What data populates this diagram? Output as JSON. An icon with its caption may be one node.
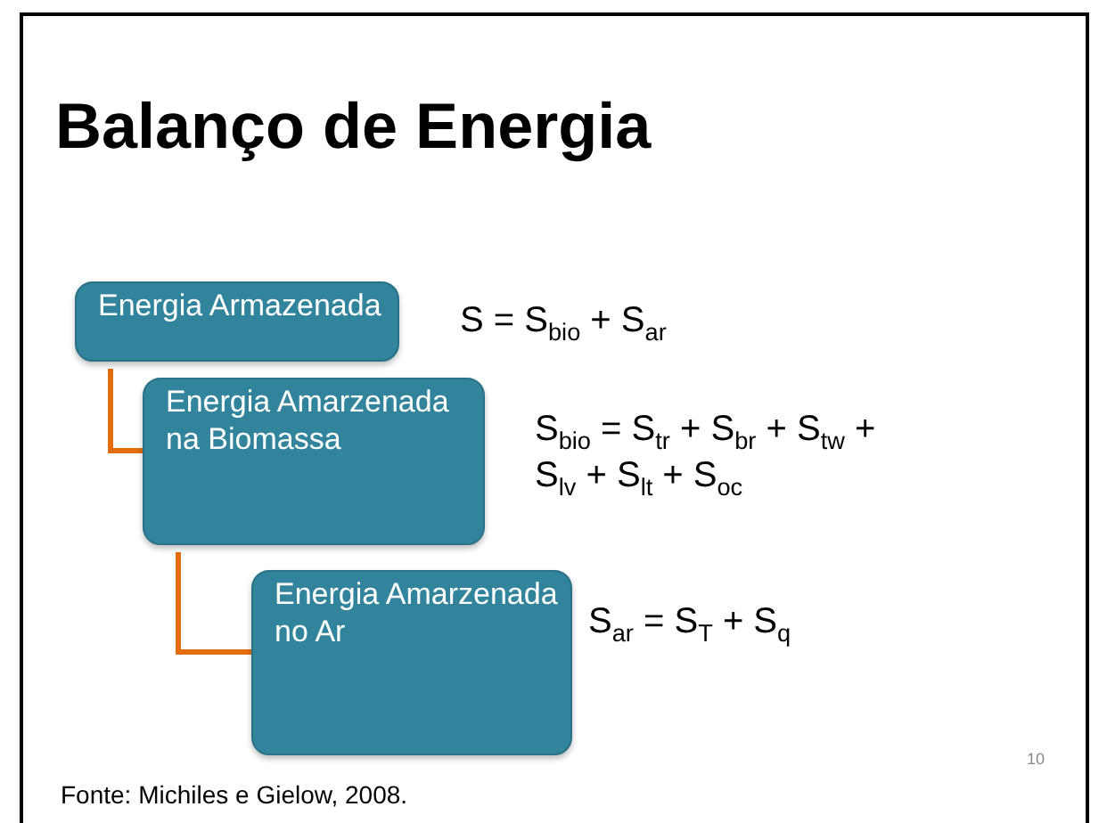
{
  "diagram": {
    "title": "Balanço de Energia",
    "nodes": [
      {
        "text": [
          "Energia Armazenada"
        ]
      },
      {
        "text": [
          "Energia Amarzenada na Biomassa"
        ]
      },
      {
        "text": [
          "Energia Amarzenada no Ar"
        ]
      }
    ],
    "edges": [
      {
        "from": 0,
        "to": 1,
        "arrow": "none",
        "color": "#e46c0a"
      },
      {
        "from": 1,
        "to": 2,
        "arrow": "none",
        "color": "#e46c0a"
      }
    ],
    "labels": [
      "S = S$_{bio}$ + S$_{ar}$",
      "S$_{bio}$ = S$_{tr}$ + S$_{br}$ + S$_{tw}$ + S$_{lv}$ + S$_{lt}$ + S$_{oc}$",
      "S$_{ar}$ = S$_{T}$ + S$_{q}$",
      "Fonte: Michiles e Gielow, 2008.",
      "10"
    ]
  }
}
